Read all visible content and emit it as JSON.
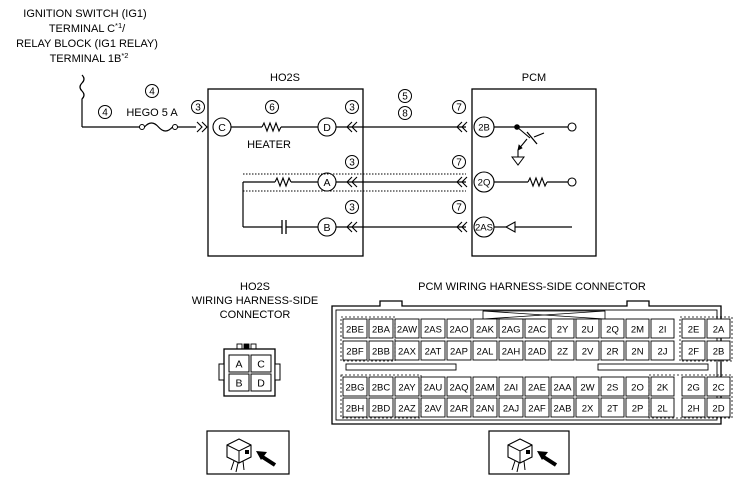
{
  "source_labels": {
    "line1": "IGNITION SWITCH (IG1)",
    "line2": "TERMINAL C",
    "line2_sup": "*1",
    "line2_end": "/",
    "line3": "RELAY BLOCK (IG1 RELAY)",
    "line4": "TERMINAL 1B",
    "line4_sup": "*2"
  },
  "fuse": {
    "label": "HEGO 5 A",
    "circled_top": "4",
    "circled_left": "4"
  },
  "ho2s": {
    "title": "HO2S",
    "heater_label": "HEATER",
    "heater_circled": "6",
    "pins": [
      "C",
      "D",
      "A",
      "B"
    ],
    "circled": [
      "3",
      "3",
      "3",
      "3"
    ]
  },
  "pcm": {
    "title": "PCM",
    "pins": [
      "2B",
      "2Q",
      "2AS"
    ],
    "circled": [
      "7",
      "7",
      "7"
    ],
    "mid_circled": [
      "5",
      "8"
    ]
  },
  "ho2s_connector": {
    "title_lines": [
      "HO2S",
      "WIRING HARNESS-SIDE",
      "CONNECTOR"
    ],
    "cells": [
      "A",
      "C",
      "B",
      "D"
    ]
  },
  "pcm_connector": {
    "title": "PCM WIRING HARNESS-SIDE CONNECTOR",
    "rows": [
      [
        "2BE",
        "2BA",
        "2AW",
        "2AS",
        "2AO",
        "2AK",
        "2AG",
        "2AC",
        "2Y",
        "2U",
        "2Q",
        "2M",
        "2I",
        "2E",
        "2A"
      ],
      [
        "2BF",
        "2BB",
        "2AX",
        "2AT",
        "2AP",
        "2AL",
        "2AH",
        "2AD",
        "2Z",
        "2V",
        "2R",
        "2N",
        "2J",
        "2F",
        "2B"
      ],
      [
        "2BG",
        "2BC",
        "2AY",
        "2AU",
        "2AQ",
        "2AM",
        "2AI",
        "2AE",
        "2AA",
        "2W",
        "2S",
        "2O",
        "2K",
        "2G",
        "2C"
      ],
      [
        "2BH",
        "2BD",
        "2AZ",
        "2AV",
        "2AR",
        "2AN",
        "2AJ",
        "2AF",
        "2AB",
        "2X",
        "2T",
        "2P",
        "2L",
        "2H",
        "2D"
      ]
    ]
  }
}
